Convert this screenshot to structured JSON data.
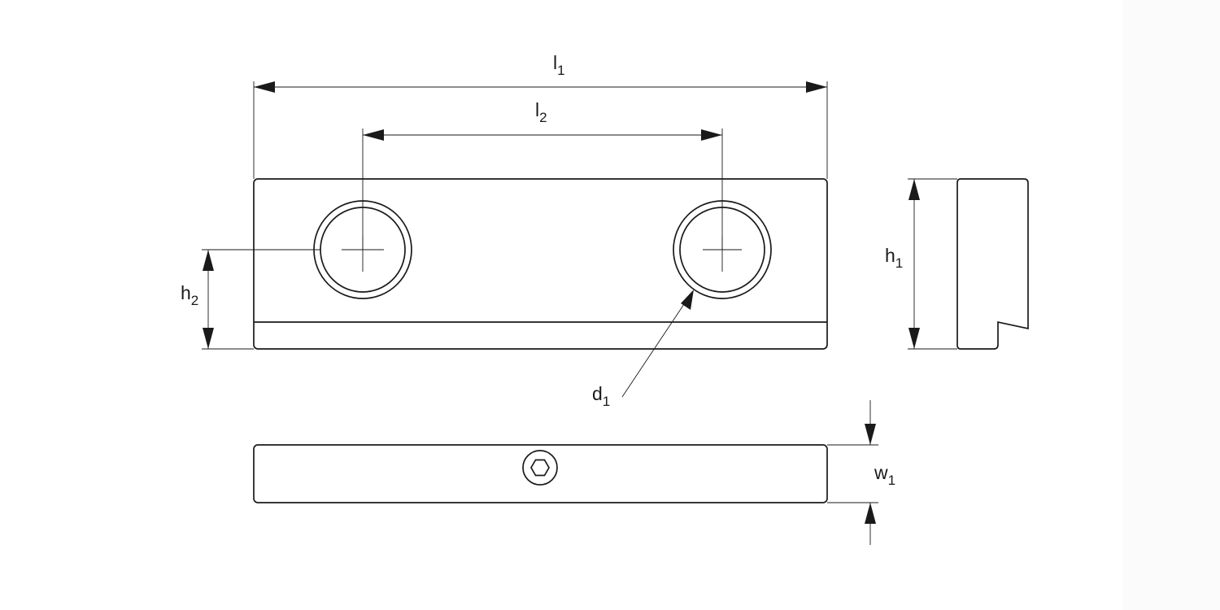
{
  "labels": {
    "l1": {
      "main": "l",
      "sub": "1"
    },
    "l2": {
      "main": "l",
      "sub": "2"
    },
    "h1": {
      "main": "h",
      "sub": "1"
    },
    "h2": {
      "main": "h",
      "sub": "2"
    },
    "d1": {
      "main": "d",
      "sub": "1"
    },
    "w1": {
      "main": "w",
      "sub": "1"
    }
  },
  "colors": {
    "line": "#1a1a1a",
    "background": "#ffffff"
  }
}
